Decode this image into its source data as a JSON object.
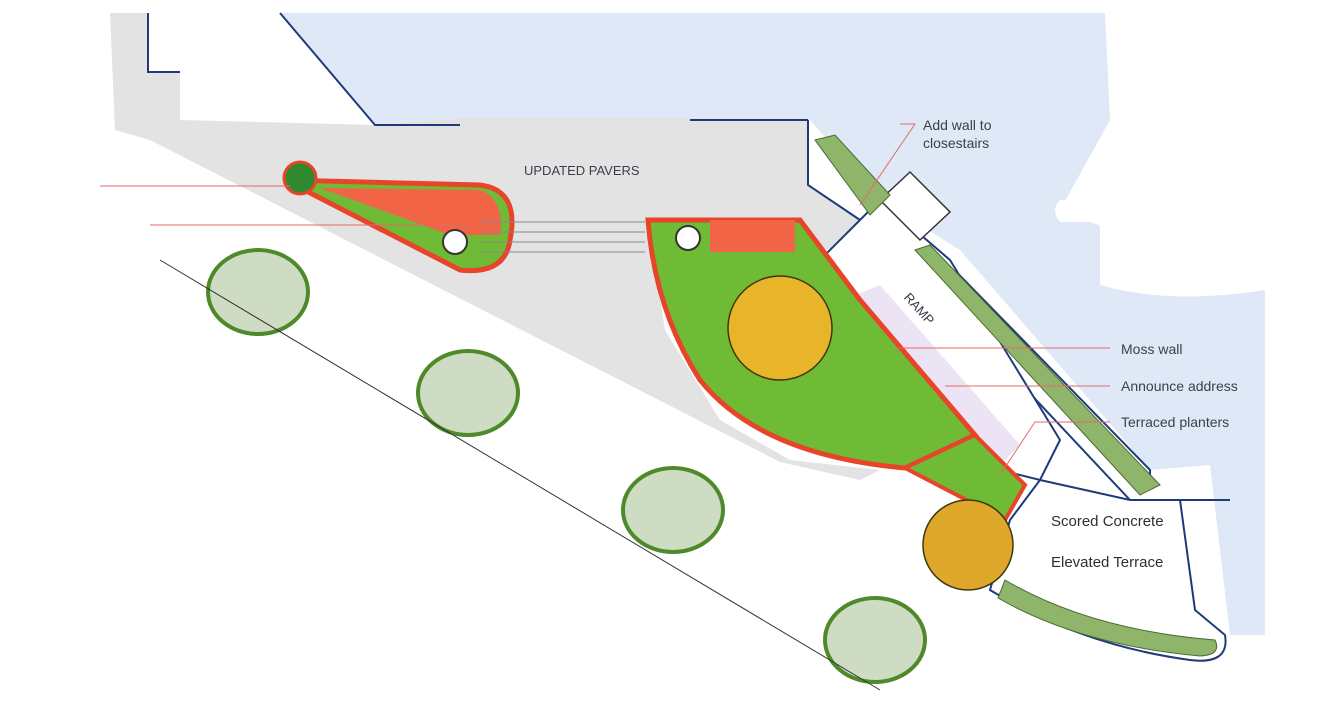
{
  "plan": {
    "labels": {
      "updated_pavers": "UPDATED PAVERS",
      "add_wall_line1": "Add wall to",
      "add_wall_line2": "closestairs",
      "ramp": "RAMP",
      "moss_wall": "Moss wall",
      "announce_address": "Announce address",
      "terraced_planters": "Terraced planters",
      "scored_concrete": "Scored Concrete",
      "elevated_terrace": "Elevated Terrace"
    },
    "colors": {
      "building": "#dfe8f7",
      "pavers": "#e2e2e2",
      "planter_edge": "#e8442a",
      "lawn": "#7cc23a",
      "hedge": "#8fb56a",
      "tree_canopy": "#e8b52a",
      "outline": "#1f3a7a",
      "leader": "#e36a6a"
    }
  }
}
